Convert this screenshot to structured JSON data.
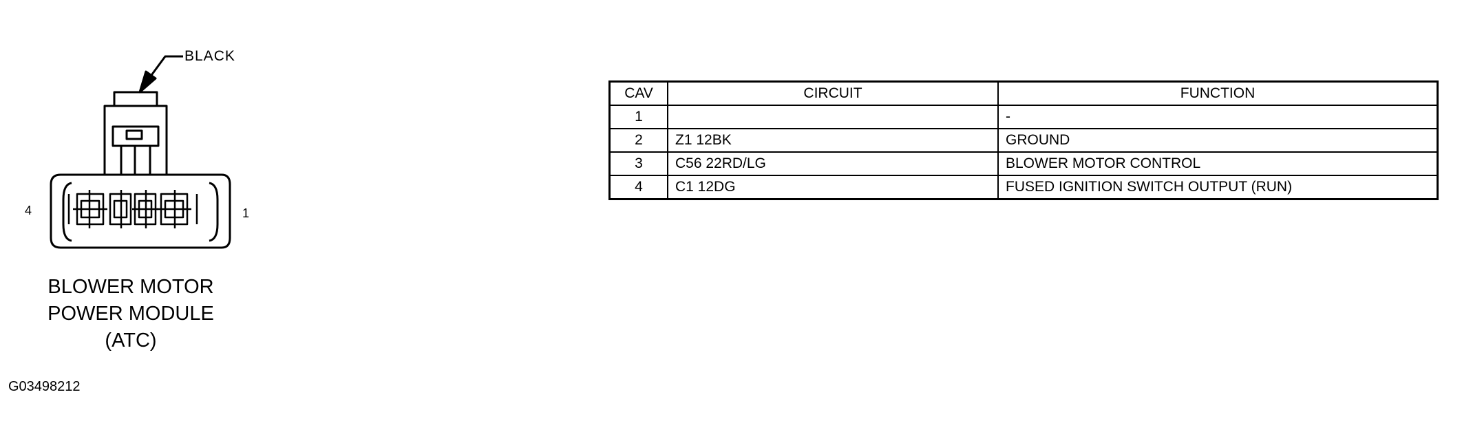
{
  "connector": {
    "callout_label": "BLACK",
    "pin_left": "4",
    "pin_right": "1",
    "caption_lines": [
      "BLOWER MOTOR",
      "POWER MODULE",
      "(ATC)"
    ]
  },
  "figure_id": "G03498212",
  "table": {
    "headers": {
      "cav": "CAV",
      "circuit": "CIRCUIT",
      "function": "FUNCTION"
    },
    "rows": [
      {
        "cav": "1",
        "circuit": "",
        "function": "-"
      },
      {
        "cav": "2",
        "circuit": "Z1  12BK",
        "function": "GROUND"
      },
      {
        "cav": "3",
        "circuit": "C56  22RD/LG",
        "function": "BLOWER MOTOR CONTROL"
      },
      {
        "cav": "4",
        "circuit": "C1  12DG",
        "function": "FUSED IGNITION SWITCH OUTPUT (RUN)"
      }
    ]
  }
}
